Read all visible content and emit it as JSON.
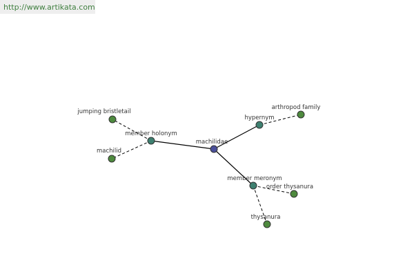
{
  "header": {
    "url": "http://www.artikata.com"
  },
  "colors": {
    "center": "#4a4f9a",
    "relation": "#3e8070",
    "leaf": "#4e8a3e",
    "stroke": "#333333",
    "edge": "#000000"
  },
  "graph": {
    "center": "machilidae",
    "relations": [
      {
        "label": "member holonym",
        "leaves": [
          "jumping bristletail",
          "machilid"
        ]
      },
      {
        "label": "hypernym",
        "leaves": [
          "arthropod family"
        ]
      },
      {
        "label": "member meronym",
        "leaves": [
          "order thysanura",
          "thysanura"
        ]
      }
    ]
  }
}
